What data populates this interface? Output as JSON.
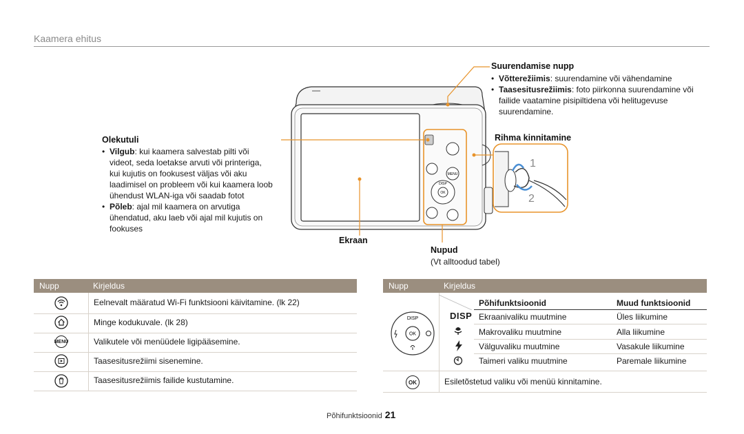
{
  "header": {
    "section_title": "Kaamera ehitus"
  },
  "callouts": {
    "zoom": {
      "title": "Suurendamise nupp",
      "items": [
        {
          "bold": "Võtterežiimis",
          "text": ": suurendamine või vähendamine"
        },
        {
          "bold": "Taasesitusrežiimis",
          "text": ": foto piirkonna suurendamine või failide vaatamine pisipiltidena või helitugevuse suurendamine."
        }
      ]
    },
    "status": {
      "title": "Olekutuli",
      "items": [
        {
          "bold": "Vilgub",
          "text": ": kui kaamera salvestab pilti või videot, seda loetakse arvuti või printeriga, kui kujutis on fookusest väljas või aku laadimisel on probleem või kui kaamera loob ühendust WLAN-iga või saadab fotot"
        },
        {
          "bold": "Põleb",
          "text": ": ajal mil kaamera on arvutiga ühendatud, aku laeb või ajal mil kujutis on fookuses"
        }
      ]
    },
    "strap": {
      "title": "Rihma kinnitamine",
      "step1": "1",
      "step2": "2"
    },
    "screen": {
      "title": "Ekraan"
    },
    "buttons": {
      "title": "Nupud",
      "subtitle": "(Vt alltoodud tabel)"
    }
  },
  "camera_labels": {
    "menu": "MENU",
    "disp": "DISP",
    "ok": "OK"
  },
  "left_table": {
    "headers": [
      "Nupp",
      "Kirjeldus"
    ],
    "rows": [
      {
        "icon": "wifi-icon",
        "desc": "Eelnevalt määratud Wi-Fi funktsiooni käivitamine. (lk 22)"
      },
      {
        "icon": "home-icon",
        "desc": "Minge kodukuvale. (lk 28)"
      },
      {
        "icon": "menu-icon",
        "icon_text": "MENU",
        "desc": "Valikutele või menüüdele ligipääsemine."
      },
      {
        "icon": "playback-icon",
        "desc": "Taasesitusrežiimi sisenemine."
      },
      {
        "icon": "trash-icon",
        "desc": "Taasesitusrežiimis failide kustutamine."
      }
    ]
  },
  "right_table": {
    "headers": [
      "Nupp",
      "Kirjeldus"
    ],
    "sub_headers": [
      "Põhifunktsioonid",
      "Muud funktsioonid"
    ],
    "dial_labels": {
      "disp": "DISP",
      "ok": "OK"
    },
    "rows": [
      {
        "icon": "disp-icon",
        "icon_text": "DISP",
        "main": "Ekraanivaliku muutmine",
        "other": "Üles liikumine"
      },
      {
        "icon": "macro-icon",
        "main": "Makrovaliku muutmine",
        "other": "Alla liikumine"
      },
      {
        "icon": "flash-icon",
        "main": "Välguvaliku muutmine",
        "other": "Vasakule liikumine"
      },
      {
        "icon": "timer-icon",
        "main": "Taimeri valiku muutmine",
        "other": "Paremale liikumine"
      }
    ],
    "ok_row": {
      "icon": "ok-icon",
      "icon_text": "OK",
      "desc": "Esiletõstetud valiku või menüü kinnitamine."
    }
  },
  "footer": {
    "label": "Põhifunktsioonid",
    "page": "21"
  }
}
